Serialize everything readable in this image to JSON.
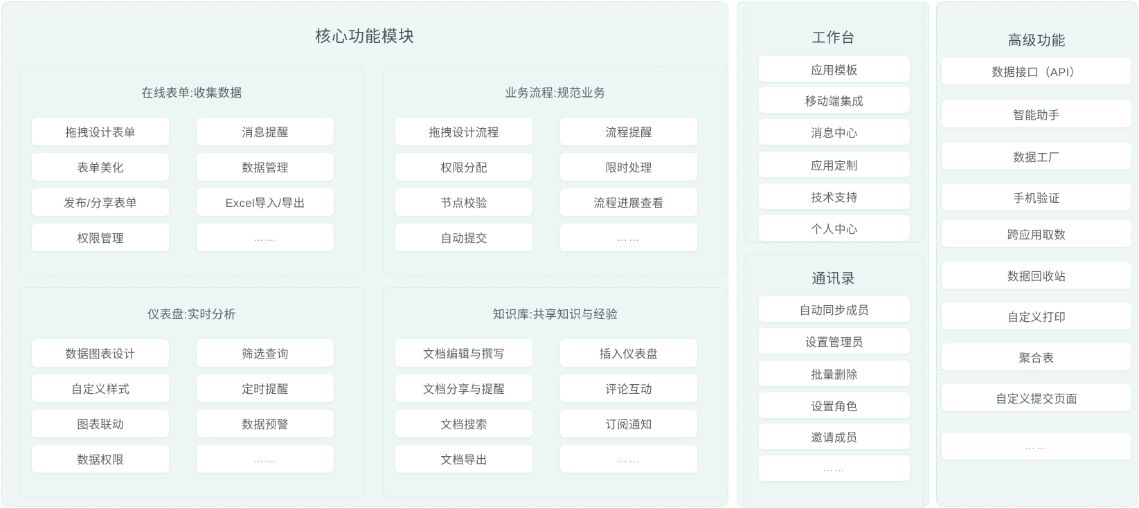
{
  "theme": {
    "page_bg": "#ffffff",
    "panel_bg": "#eef7f5",
    "subpanel_bg": "#ecf6f4",
    "dash_border": "#bfe6de",
    "tile_bg": "#ffffff",
    "title_color": "#4a5157",
    "label_color": "#5d6368",
    "muted_color": "#9aa1a6"
  },
  "core": {
    "title": "核心功能模块",
    "panels": [
      {
        "title": "在线表单:收集数据",
        "items_left": [
          "拖拽设计表单",
          "表单美化",
          "发布/分享表单",
          "权限管理"
        ],
        "items_right": [
          "消息提醒",
          "数据管理",
          "Excel导入/导出",
          "……"
        ]
      },
      {
        "title": "业务流程:规范业务",
        "items_left": [
          "拖拽设计流程",
          "权限分配",
          "节点校验",
          "自动提交"
        ],
        "items_right": [
          "流程提醒",
          "限时处理",
          "流程进展查看",
          "……"
        ]
      },
      {
        "title": "仪表盘:实时分析",
        "items_left": [
          "数据图表设计",
          "自定义样式",
          "图表联动",
          "数据权限"
        ],
        "items_right": [
          "筛选查询",
          "定时提醒",
          "数据预警",
          "……"
        ]
      },
      {
        "title": "知识库:共享知识与经验",
        "items_left": [
          "文档编辑与撰写",
          "文档分享与提醒",
          "文档搜索",
          "文档导出"
        ],
        "items_right": [
          "插入仪表盘",
          "评论互动",
          "订阅通知",
          "……"
        ]
      }
    ]
  },
  "middle": {
    "workbench": {
      "title": "工作台",
      "items": [
        "应用模板",
        "移动端集成",
        "消息中心",
        "应用定制",
        "技术支持",
        "个人中心"
      ]
    },
    "contacts": {
      "title": "通讯录",
      "items": [
        "自动同步成员",
        "设置管理员",
        "批量删除",
        "设置角色",
        "邀请成员",
        "……"
      ]
    }
  },
  "advanced": {
    "title": "高级功能",
    "items": [
      "数据接口（API）",
      "智能助手",
      "数据工厂",
      "手机验证",
      "跨应用取数",
      "数据回收站",
      "自定义打印",
      "聚合表",
      "自定义提交页面",
      "……"
    ]
  }
}
